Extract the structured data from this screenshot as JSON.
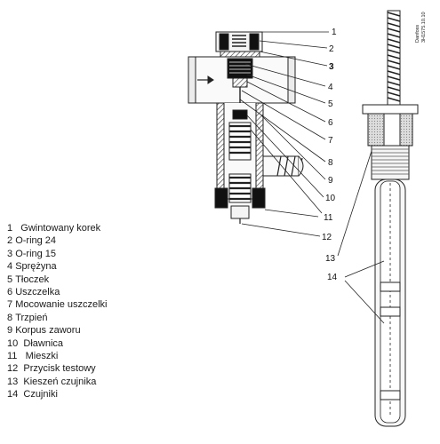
{
  "callouts": {
    "c1": "1",
    "c2": "2",
    "c3": "3",
    "c4": "4",
    "c5": "5",
    "c6": "6",
    "c7": "7",
    "c8": "8",
    "c9": "9",
    "c10": "10",
    "c11": "11",
    "c12": "12",
    "c13": "13",
    "c14": "14"
  },
  "drawing_code": {
    "line1": "Danfoss",
    "line2": "3H1575.10.10"
  },
  "legend": {
    "items": [
      {
        "num": "1",
        "label": "Gwintowany korek"
      },
      {
        "num": "2",
        "label": "O-ring 24"
      },
      {
        "num": "3",
        "label": "O-ring 15"
      },
      {
        "num": "4",
        "label": "Sprężyna"
      },
      {
        "num": "5",
        "label": "Tłoczek"
      },
      {
        "num": "6",
        "label": "Uszczelka"
      },
      {
        "num": "7",
        "label": "Mocowanie uszczelki"
      },
      {
        "num": "8",
        "label": "Trzpień"
      },
      {
        "num": "9",
        "label": "Korpus zaworu"
      },
      {
        "num": "10",
        "label": "Dławnica"
      },
      {
        "num": "11",
        "label": "Mieszki"
      },
      {
        "num": "12",
        "label": "Przycisk testowy"
      },
      {
        "num": "13",
        "label": "Kieszeń czujnika"
      },
      {
        "num": "14",
        "label": "Czujniki"
      }
    ]
  }
}
